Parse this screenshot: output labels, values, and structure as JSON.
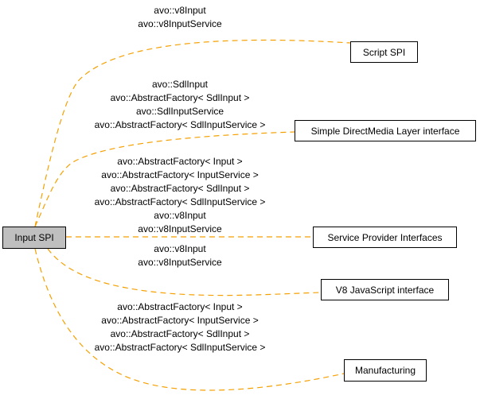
{
  "colors": {
    "edge": "#f5a000",
    "root_fill": "#bfbfbf",
    "node_border": "#000000"
  },
  "root": {
    "label": "Input SPI"
  },
  "targets": [
    {
      "label": "Script SPI",
      "edge_labels": [
        "avo::v8Input",
        "avo::v8InputService"
      ]
    },
    {
      "label": "Simple DirectMedia Layer interface",
      "edge_labels": [
        "avo::SdlInput",
        "avo::AbstractFactory< SdlInput >",
        "avo::SdlInputService",
        "avo::AbstractFactory< SdlInputService >"
      ]
    },
    {
      "label": "Service Provider Interfaces",
      "edge_labels": [
        "avo::AbstractFactory< Input >",
        "avo::AbstractFactory< InputService >",
        "avo::AbstractFactory< SdlInput >",
        "avo::AbstractFactory< SdlInputService >",
        "avo::v8Input",
        "avo::v8InputService"
      ]
    },
    {
      "label": "V8 JavaScript interface",
      "edge_labels": [
        "avo::v8Input",
        "avo::v8InputService"
      ]
    },
    {
      "label": "Manufacturing",
      "edge_labels": [
        "avo::AbstractFactory< Input >",
        "avo::AbstractFactory< InputService >",
        "avo::AbstractFactory< SdlInput >",
        "avo::AbstractFactory< SdlInputService >"
      ]
    }
  ]
}
